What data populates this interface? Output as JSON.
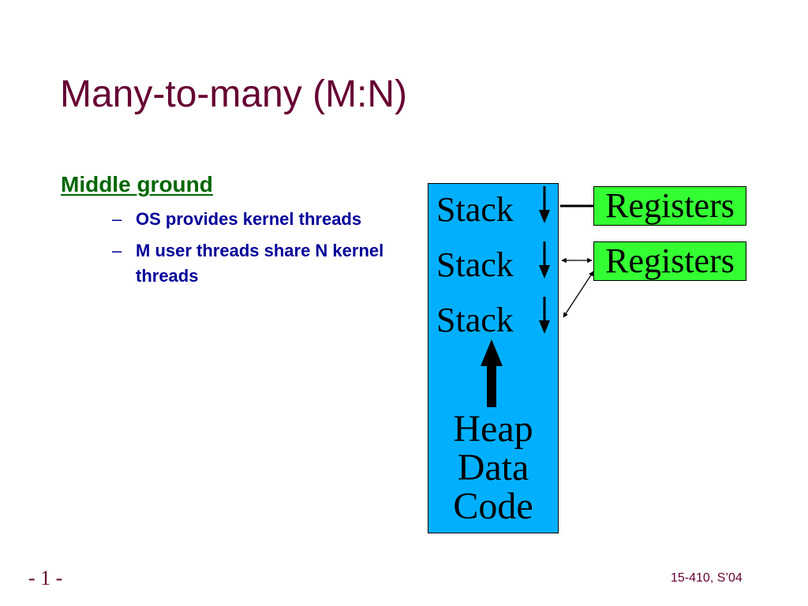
{
  "slide": {
    "title": "Many-to-many (M:N)",
    "heading": "Middle ground",
    "bullets": [
      {
        "marker": "–",
        "text": "OS provides kernel threads"
      },
      {
        "marker": "–",
        "text": "M user threads share N kernel threads"
      }
    ]
  },
  "diagram": {
    "stacks": [
      "Stack",
      "Stack",
      "Stack"
    ],
    "registers": [
      "Registers",
      "Registers"
    ],
    "segments": [
      "Heap",
      "Data",
      "Code"
    ],
    "colors": {
      "process_box": "#00b0ff",
      "registers_box": "#33ff33"
    }
  },
  "footer": {
    "page": "- 1 -",
    "course": "15-410, S’04"
  }
}
